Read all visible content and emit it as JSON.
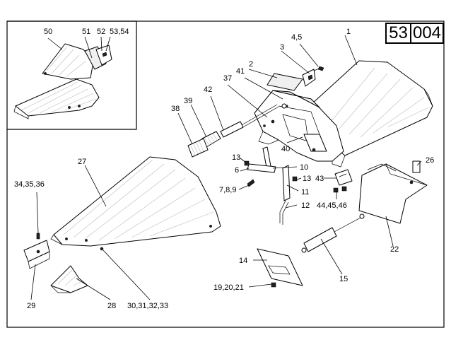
{
  "plate": {
    "group": "53",
    "sheet": "004"
  },
  "callouts": [
    {
      "id": "c1",
      "label": "1"
    },
    {
      "id": "c2",
      "label": "2"
    },
    {
      "id": "c3",
      "label": "3"
    },
    {
      "id": "c45",
      "label": "4,5"
    },
    {
      "id": "c6",
      "label": "6"
    },
    {
      "id": "c789",
      "label": "7,8,9"
    },
    {
      "id": "c10",
      "label": "10"
    },
    {
      "id": "c11",
      "label": "11"
    },
    {
      "id": "c12",
      "label": "12"
    },
    {
      "id": "c13a",
      "label": "13"
    },
    {
      "id": "c13b",
      "label": "13"
    },
    {
      "id": "c14",
      "label": "14"
    },
    {
      "id": "c15",
      "label": "15"
    },
    {
      "id": "c192021",
      "label": "19,20,21"
    },
    {
      "id": "c22",
      "label": "22"
    },
    {
      "id": "c26",
      "label": "26"
    },
    {
      "id": "c27",
      "label": "27"
    },
    {
      "id": "c28",
      "label": "28"
    },
    {
      "id": "c29",
      "label": "29"
    },
    {
      "id": "c30",
      "label": "30,31,32,33"
    },
    {
      "id": "c343536",
      "label": "34,35,36"
    },
    {
      "id": "c37",
      "label": "37"
    },
    {
      "id": "c38",
      "label": "38"
    },
    {
      "id": "c39",
      "label": "39"
    },
    {
      "id": "c40",
      "label": "40"
    },
    {
      "id": "c41",
      "label": "41"
    },
    {
      "id": "c42",
      "label": "42"
    },
    {
      "id": "c43",
      "label": "43"
    },
    {
      "id": "c444546",
      "label": "44,45,46"
    },
    {
      "id": "c50",
      "label": "50"
    },
    {
      "id": "c51",
      "label": "51"
    },
    {
      "id": "c52",
      "label": "52"
    },
    {
      "id": "c5354",
      "label": "53,54"
    }
  ]
}
